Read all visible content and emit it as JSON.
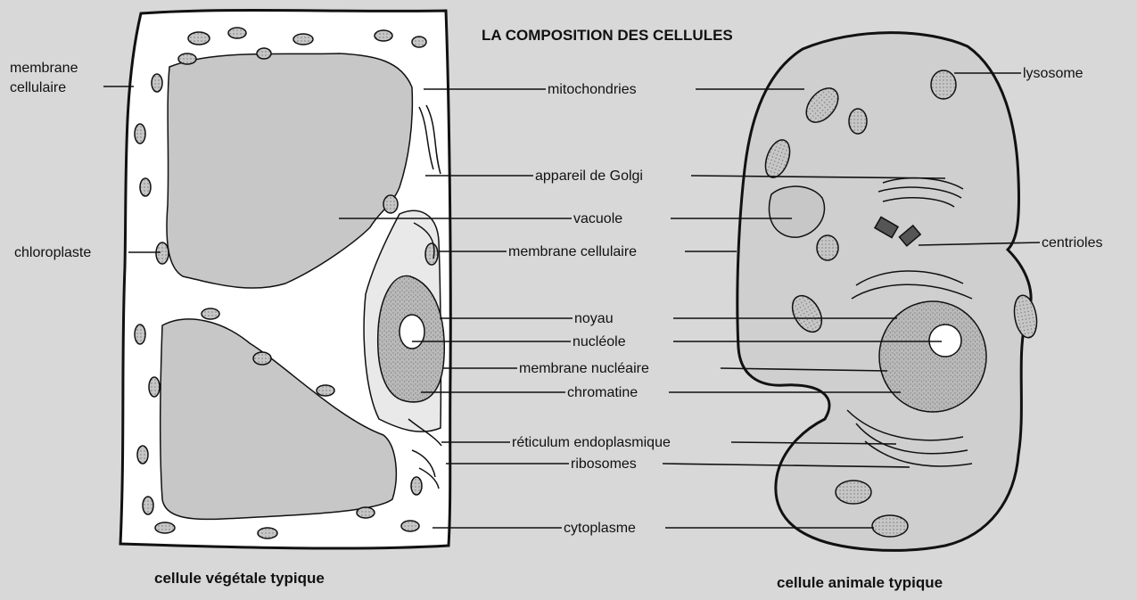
{
  "title": "LA COMPOSITION DES CELLULES",
  "captions": {
    "plant": "cellule végétale typique",
    "animal": "cellule animale typique"
  },
  "labels": {
    "membrane_cellulaire_left_1": "membrane",
    "membrane_cellulaire_left_2": "cellulaire",
    "chloroplaste": "chloroplaste",
    "mitochondries": "mitochondries",
    "appareil_golgi": "appareil de Golgi",
    "vacuole": "vacuole",
    "membrane_cellulaire": "membrane cellulaire",
    "noyau": "noyau",
    "nucleole": "nucléole",
    "membrane_nucleaire": "membrane nucléaire",
    "chromatine": "chromatine",
    "reticulum": "réticulum endoplasmique",
    "ribosomes": "ribosomes",
    "cytoplasme": "cytoplasme",
    "lysosome": "lysosome",
    "centrioles": "centrioles"
  },
  "colors": {
    "background": "#d8d8d8",
    "cell_wall": "#ffffff",
    "vacuole_fill": "#c7c7c7",
    "cytoplasm_fill": "#cfcfcf",
    "organelle_fill": "#bdbdbd",
    "ink": "#111111"
  }
}
